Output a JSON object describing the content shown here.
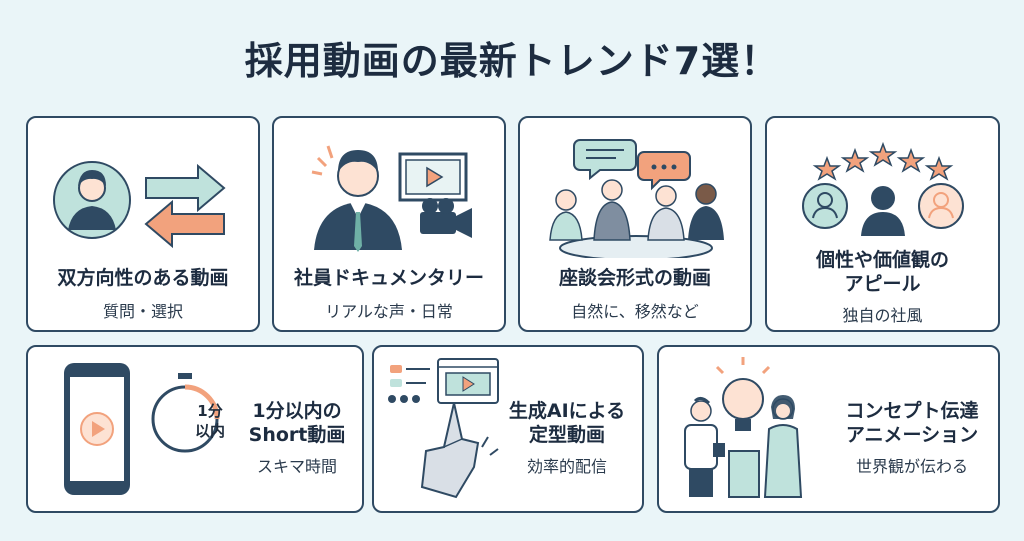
{
  "title": "採用動画の最新トレンド7選！",
  "cards": [
    {
      "title": "双方向性のある動画",
      "subtitle": "質問・選択",
      "icon": "two-way-arrows-person-icon"
    },
    {
      "title": "社員ドキュメンタリー",
      "subtitle": "リアルな声・日常",
      "icon": "employee-camera-icon"
    },
    {
      "title": "座談会形式の動画",
      "subtitle": "自然に、移然など",
      "icon": "round-table-meeting-icon"
    },
    {
      "title_line1": "個性や価値観の",
      "title_line2": "アピール",
      "subtitle": "独自の社風",
      "icon": "people-stars-icon"
    },
    {
      "badge_line1": "1分",
      "badge_line2": "以内",
      "title_line1": "1分以内の",
      "title_line2": "Short動画",
      "subtitle": "スキマ時間",
      "icon": "smartphone-timer-icon"
    },
    {
      "title_line1": "生成AIによる",
      "title_line2": "定型動画",
      "subtitle": "効率的配信",
      "icon": "robot-hand-video-icon"
    },
    {
      "title_line1": "コンセプト伝達",
      "title_line2": "アニメーション",
      "subtitle": "世界観が伝わる",
      "icon": "lightbulb-people-icon"
    }
  ],
  "colors": {
    "accent_orange": "#f2a27d",
    "accent_teal": "#bfe2dc",
    "navy": "#2f4a63",
    "background": "#eaf5f8"
  }
}
